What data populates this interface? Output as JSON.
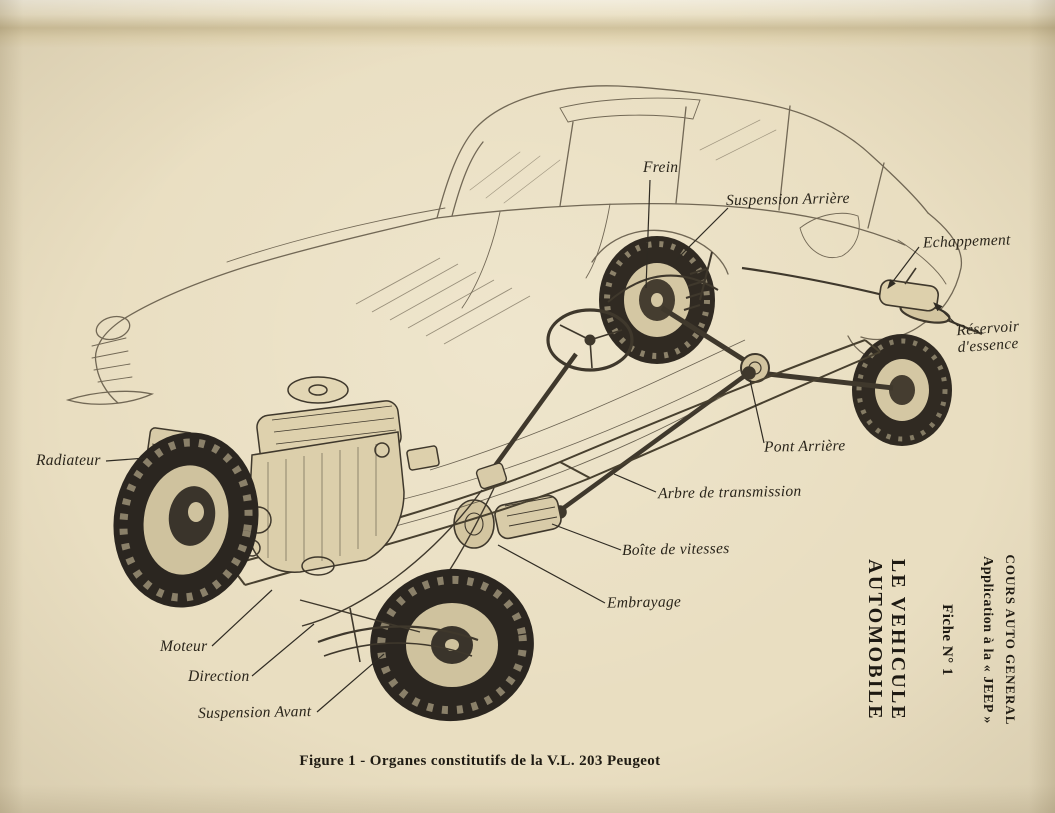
{
  "page": {
    "paper_color": "#e9dec1",
    "ink_color": "#473f31"
  },
  "figure": {
    "caption": "Figure 1 - Organes constitutifs de la V.L. 203 Peugeot",
    "labels": [
      {
        "id": "frein",
        "text": "Frein"
      },
      {
        "id": "suspension-arriere",
        "text": "Suspension Arrière"
      },
      {
        "id": "echappement",
        "text": "Echappement"
      },
      {
        "id": "reservoir-essence",
        "text": "Réservoir\nd'essence"
      },
      {
        "id": "pont-arriere",
        "text": "Pont Arrière"
      },
      {
        "id": "arbre-transmission",
        "text": "Arbre de transmission"
      },
      {
        "id": "boite-vitesses",
        "text": "Boîte de vitesses"
      },
      {
        "id": "embrayage",
        "text": "Embrayage"
      },
      {
        "id": "radiateur",
        "text": "Radiateur"
      },
      {
        "id": "moteur",
        "text": "Moteur"
      },
      {
        "id": "direction",
        "text": "Direction"
      },
      {
        "id": "suspension-avant",
        "text": "Suspension Avant"
      }
    ]
  },
  "sidebar": {
    "course_title": "COURS AUTO GENERAL",
    "course_subtitle": "Application à la « JEEP »",
    "sheet_number": "Fiche N° 1",
    "sheet_title": "LE VEHICULE AUTOMOBILE"
  }
}
